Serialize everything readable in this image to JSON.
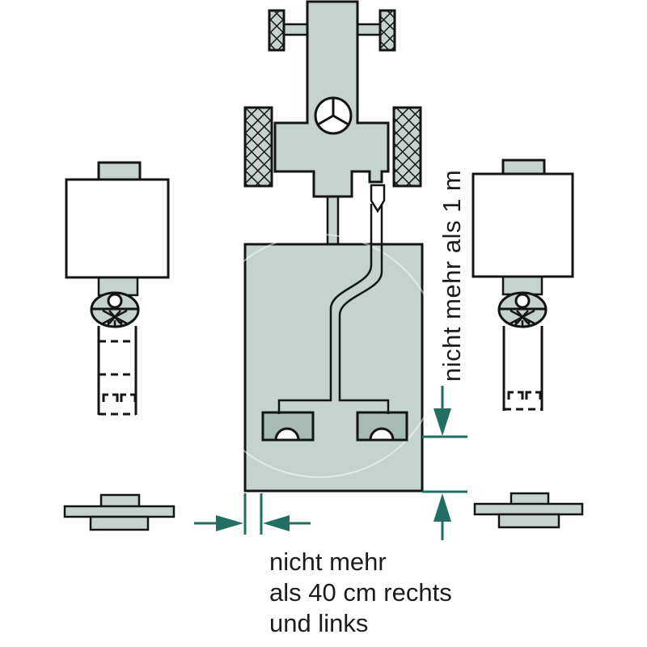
{
  "figure": {
    "title": "Anbaugeraet-Beleuchtung Abstandsregeln (top view illustration)",
    "annotations": {
      "limit_1m": "nicht mehr als 1 m",
      "limit_40cm_line1": "nicht mehr",
      "limit_40cm_line2": "als 40 cm rechts",
      "limit_40cm_line3": "und links"
    },
    "components": [
      "tractor-top-view",
      "rear-implement-box",
      "wiring-cable-with-plug",
      "rear-lamp-left",
      "rear-lamp-right",
      "portable-light-unit-left-with-warning-panel",
      "portable-light-unit-right-with-warning-panel",
      "base-plate-left",
      "base-plate-right",
      "dimension-arrows-1m",
      "dimension-arrows-40cm"
    ],
    "colors": {
      "background": "#ffffff",
      "body_fill": "#c6d2ce",
      "lamp_fill": "#a6bbb4",
      "outline": "#141414",
      "dimension_teal": "#216e62",
      "text": "#1c1c1c"
    }
  }
}
